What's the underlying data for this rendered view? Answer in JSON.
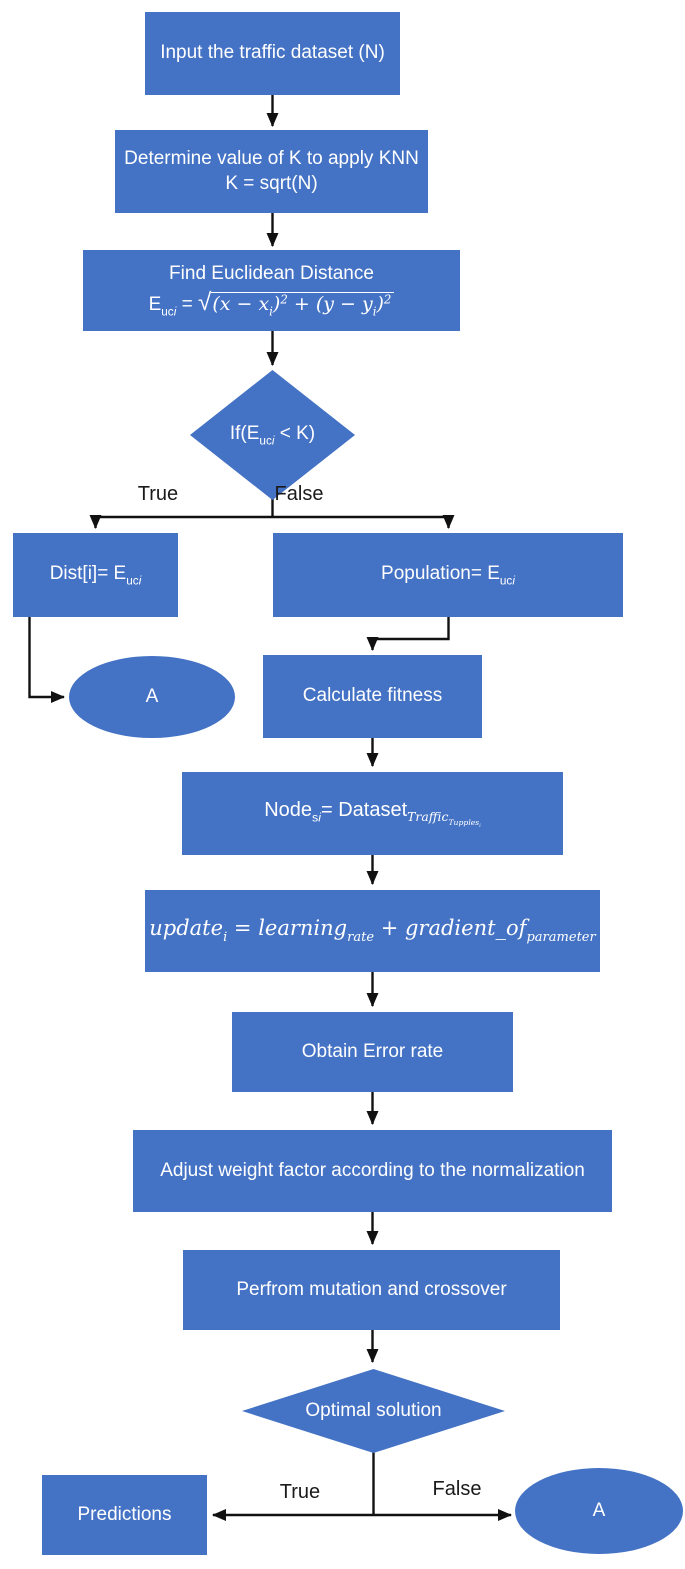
{
  "colors": {
    "node_fill": "#4472c4",
    "node_text": "#ffffff",
    "connector": "#111111",
    "edge_label_text": "#1a1a1a",
    "background": "#ffffff"
  },
  "diagram": {
    "input": {
      "label": "Input the traffic dataset (N)"
    },
    "determine": {
      "line1": "Determine value of K to apply KNN",
      "line2": "K = sqrt(N)"
    },
    "euclidean": {
      "title": "Find Euclidean Distance",
      "lhs": "E",
      "lhs_sub": "uc",
      "lhs_sub_i": "i",
      "eq": " = ",
      "sqrt": "√",
      "rad1": "(x − x",
      "rad1_i": "i",
      "rad1_close": ")",
      "rad1_sup": "2",
      "plus": " + ",
      "rad2": "(y − y",
      "rad2_i": "i",
      "rad2_close": ")",
      "rad2_sup": "2"
    },
    "decision_knn": {
      "pre": "If(E",
      "sub": "uc",
      "sub_i": "i",
      "post": " < K)"
    },
    "labels": {
      "true1": "True",
      "false1": "False",
      "true2": "True",
      "false2": "False"
    },
    "dist": {
      "pre": "Dist[i]= E",
      "sub": "uc",
      "sub_i": "i"
    },
    "population": {
      "pre": "Population= E",
      "sub": "uc",
      "sub_i": "i"
    },
    "connector_a_left": {
      "label": "A"
    },
    "calculate_fitness": {
      "label": "Calculate fitness"
    },
    "node_assignment": {
      "base": "Node",
      "sub_s": "s",
      "sub_i": "i",
      "eq": "= ",
      "rhs": "Dataset",
      "rhs_sub": "Traffic",
      "rhs_sub2": "Tupples",
      "rhs_sub3": "i"
    },
    "update_rule": {
      "lhs": "update",
      "lhs_sub": "i",
      "eq": " = ",
      "t1": "learning",
      "t1_sub": "rate",
      "plus": " + ",
      "t2": "gradient_of",
      "t2_sub": "parameter"
    },
    "error_rate": {
      "label": "Obtain Error rate"
    },
    "adjust_weight": {
      "label": "Adjust weight factor according to the normalization"
    },
    "mutation": {
      "label": "Perfrom mutation and crossover"
    },
    "decision_optimal": {
      "label": "Optimal solution"
    },
    "predictions": {
      "label": "Predictions"
    },
    "connector_a_right": {
      "label": "A"
    }
  }
}
